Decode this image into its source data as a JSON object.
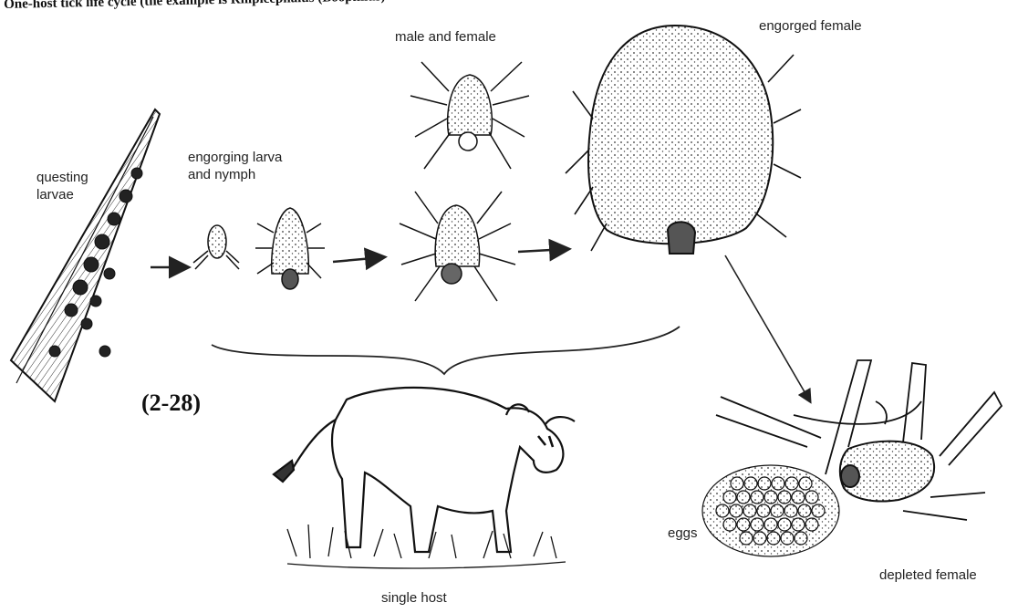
{
  "title": "One-host tick life cycle (the example is Rhipicephalus (Boophilus)",
  "figure_number": "(2-28)",
  "labels": {
    "questing_larvae": "questing\nlarvae",
    "engorging": "engorging larva\nand nymph",
    "male_female": "male and female",
    "engorged_female": "engorged female",
    "single_host": "single host",
    "eggs": "eggs",
    "depleted_female": "depleted female"
  }
}
